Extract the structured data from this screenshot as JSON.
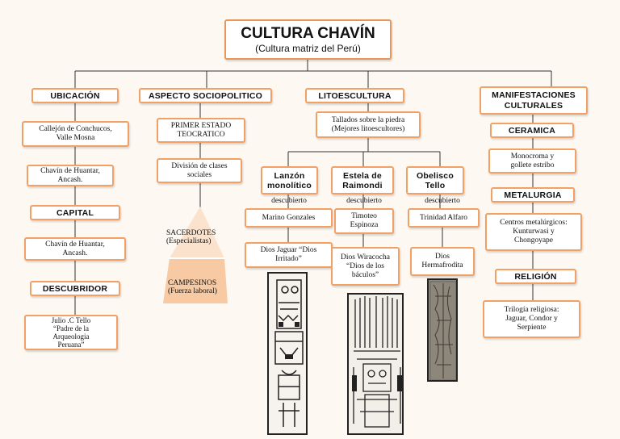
{
  "title": "CULTURA CHAVÍN",
  "subtitle": "(Cultura matriz del Perú)",
  "ubicacion": {
    "header": "UBICACIÓN",
    "place": "Callejón de Conchucos,\nValle Mosna",
    "site": "Chavín de Huantar,\nAncash.",
    "capital_header": "CAPITAL",
    "capital": "Chavín de Huantar,\nAncash.",
    "descubridor_header": "DESCUBRIDOR",
    "descubridor": "Julio .C Tello\n“Padre de la\nArqueologia\nPeruana”"
  },
  "sociopolitico": {
    "header": "ASPECTO SOCIOPOLITICO",
    "estado": "PRIMER ESTADO\nTEOCRATICO",
    "division": "División de clases\nsociales",
    "sacerdotes": "SACERDOTES\n(Especialistas)",
    "campesinos": "CAMPESINOS\n(Fuerza laboral)"
  },
  "litoescultura": {
    "header": "LITOESCULTURA",
    "intro": "Tallados sobre la piedra\n(Mejores litoescultores)",
    "items": [
      {
        "name": "Lanzón\nmonolítico",
        "verb": "descubierto",
        "who": "Marino Gonzales",
        "god": "Dios Jaguar “Dios\nIrritado”"
      },
      {
        "name": "Estela de\nRaimondi",
        "verb": "descubierto",
        "who": "Timoteo\nEspinoza",
        "god": "Dios Wiracocha\n“Dios de los\nbáculos”"
      },
      {
        "name": "Obelisco\nTello",
        "verb": "descubierto",
        "who": "Trinidad Alfaro",
        "god": "Dios\nHermafrodita"
      }
    ]
  },
  "manifestaciones": {
    "header": "MANIFESTACIONES\nCULTURALES",
    "ceramica_header": "CERAMICA",
    "ceramica": "Monocroma y\ngollete estribo",
    "metalurgia_header": "METALURGIA",
    "metalurgia": "Centros metalúrgicos:\nKunturwasi y\nChongoyape",
    "religion_header": "RELIGIÓN",
    "religion": "Trilogía religiosa:\nJaguar, Condor y\nSerpiente"
  }
}
